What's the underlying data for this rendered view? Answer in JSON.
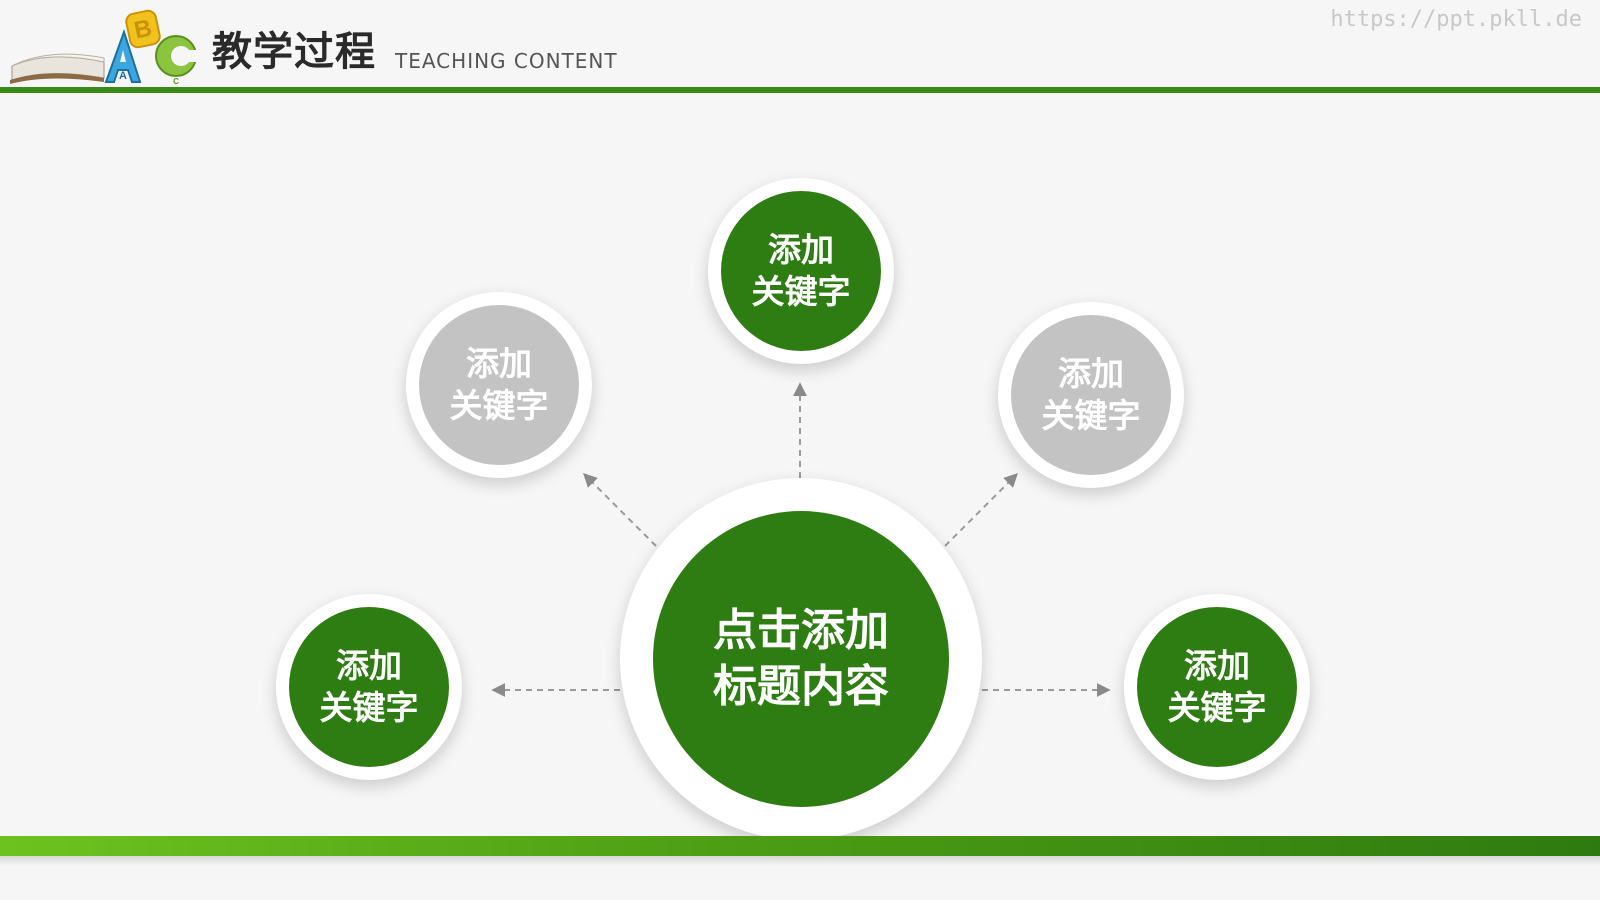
{
  "header": {
    "title_cn": "教学过程",
    "title_en": "TEACHING CONTENT",
    "watermark": "https://ppt.pkll.de",
    "logo_letters": [
      "A",
      "B",
      "C"
    ]
  },
  "colors": {
    "accent_green": "#2e7d12",
    "neutral_gray": "#c3c3c3",
    "header_line": "#3a8a17"
  },
  "diagram": {
    "center": {
      "label": "点击添加\n标题内容",
      "color": "green"
    },
    "nodes": [
      {
        "id": "top",
        "label": "添加\n关键字",
        "color": "green"
      },
      {
        "id": "upper-left",
        "label": "添加\n关键字",
        "color": "gray"
      },
      {
        "id": "upper-right",
        "label": "添加\n关键字",
        "color": "gray"
      },
      {
        "id": "lower-left",
        "label": "添加\n关键字",
        "color": "green"
      },
      {
        "id": "lower-right",
        "label": "添加\n关键字",
        "color": "green"
      }
    ]
  }
}
